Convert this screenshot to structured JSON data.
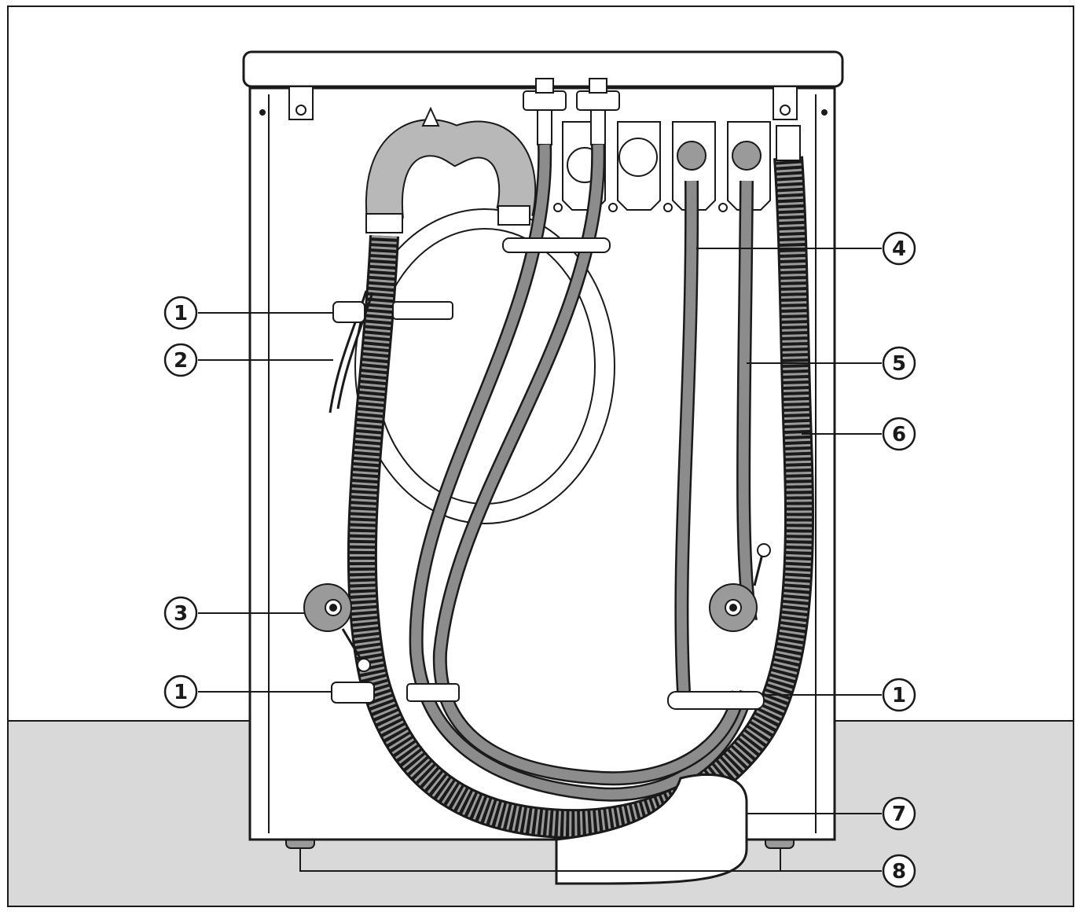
{
  "diagram": {
    "callouts": [
      {
        "id": "c1a",
        "label": "1"
      },
      {
        "id": "c2",
        "label": "2"
      },
      {
        "id": "c3",
        "label": "3"
      },
      {
        "id": "c1b",
        "label": "1"
      },
      {
        "id": "c4",
        "label": "4"
      },
      {
        "id": "c5",
        "label": "5"
      },
      {
        "id": "c6",
        "label": "6"
      },
      {
        "id": "c1c",
        "label": "1"
      },
      {
        "id": "c7",
        "label": "7"
      },
      {
        "id": "c8",
        "label": "8"
      }
    ],
    "colors": {
      "line": "#1a1a1a",
      "floor": "#d9d9d9",
      "hose": "#8c8c8c",
      "cabinet": "#ffffff"
    }
  }
}
